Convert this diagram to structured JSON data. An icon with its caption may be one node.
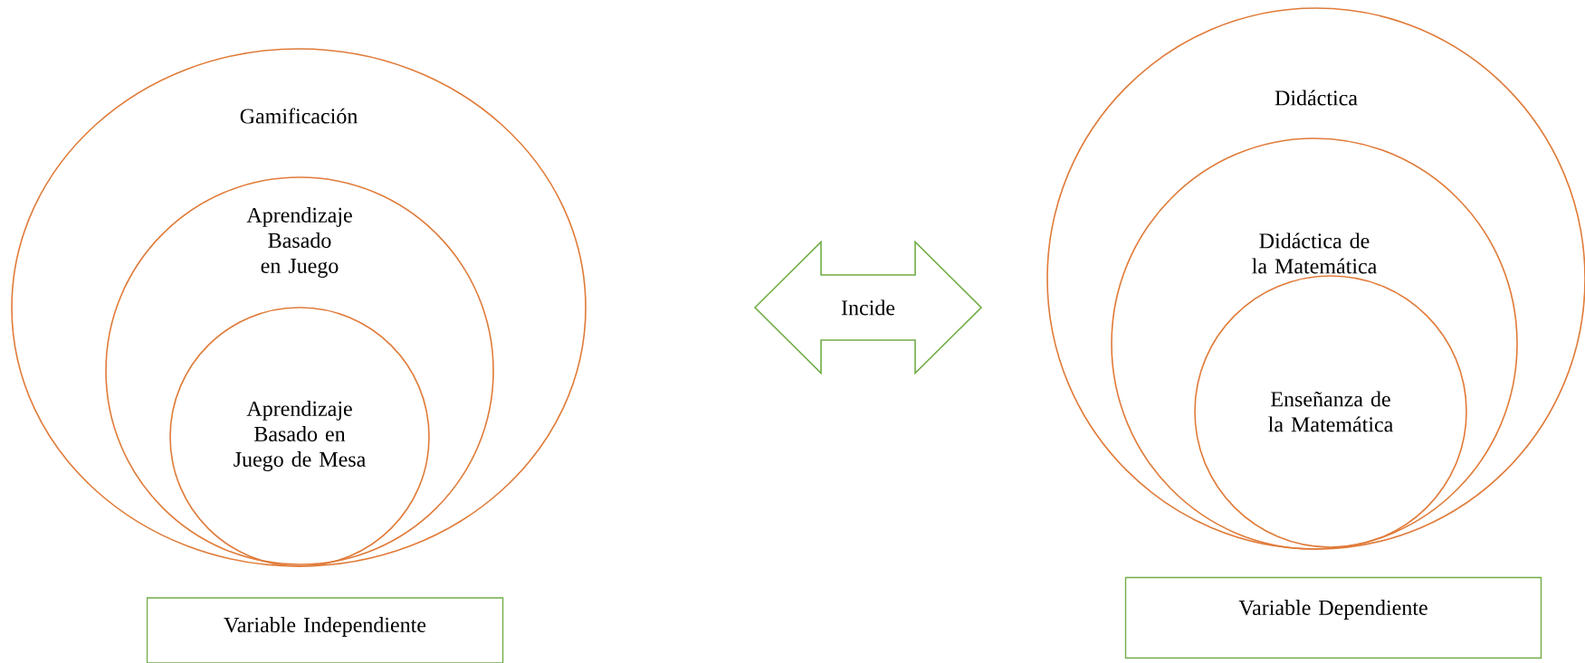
{
  "diagram": {
    "nodes": [
      {
        "text": [
          "Gamificación"
        ]
      },
      {
        "text": [
          "Aprendizaje Basado en Juego"
        ],
        "in": 0
      },
      {
        "text": [
          "Aprendizaje Basado en Juego de Mesa"
        ],
        "in": 1
      },
      {
        "text": [
          "Incide"
        ]
      },
      {
        "text": [
          "Didáctica"
        ]
      },
      {
        "text": [
          "Didáctica de la Matemática"
        ],
        "in": 4
      },
      {
        "text": [
          "Enseñanza de la Matemática"
        ],
        "in": 5
      },
      {
        "text": [
          "Variable Independiente"
        ]
      },
      {
        "text": [
          "Variable Dependiente"
        ]
      }
    ]
  }
}
